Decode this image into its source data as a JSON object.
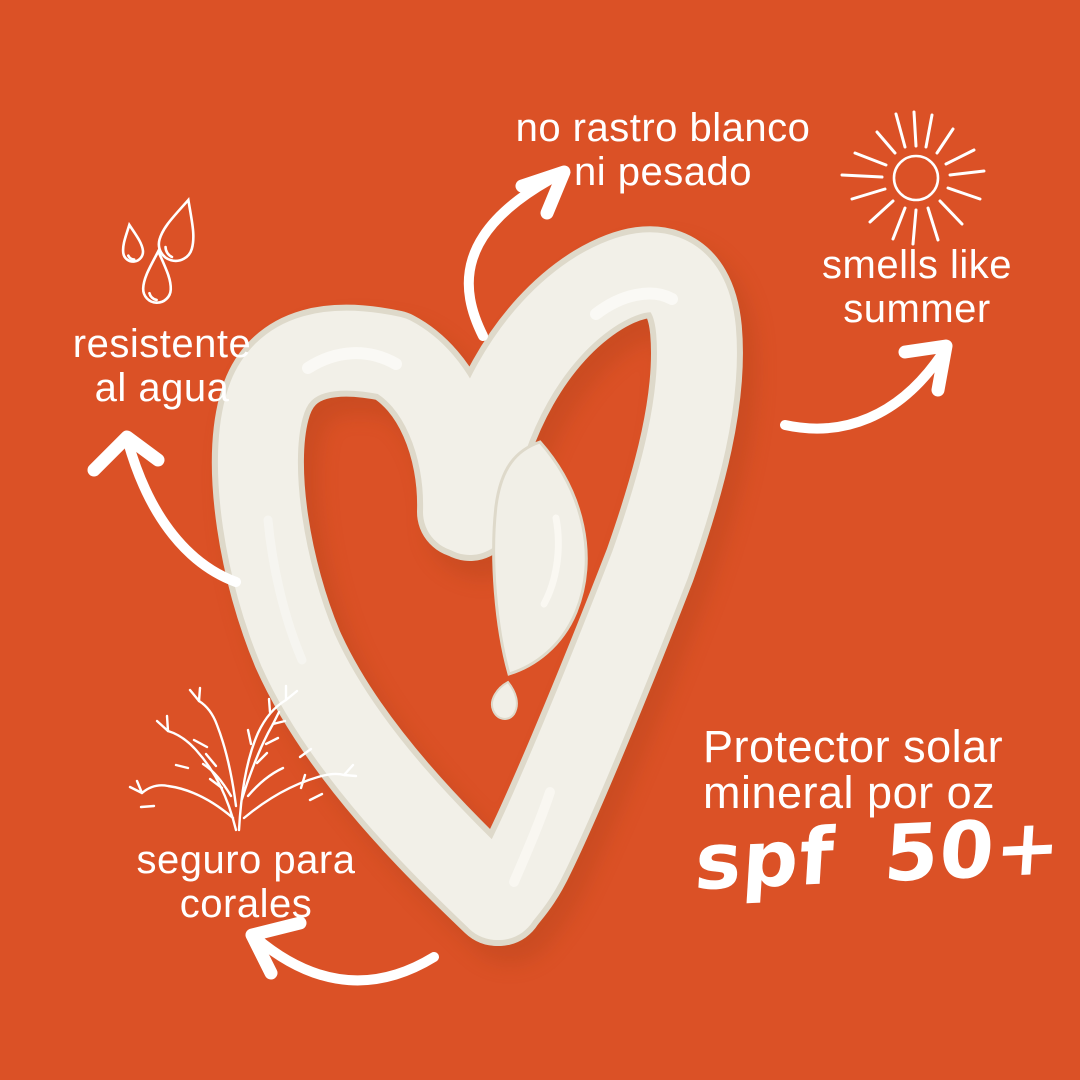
{
  "colors": {
    "background": "#DB5126",
    "text": "#FFFFFF",
    "cream": "#F2F0E8",
    "cream_shadow": "#DED9CA",
    "arrow": "#FFFFFF"
  },
  "center_image": "cream-heart-swoosh",
  "callouts": {
    "no_white_cast": {
      "line1": "no rastro blanco",
      "line2": "ni pesado"
    },
    "smells_like_summer": {
      "line1": "smells like",
      "line2": "summer"
    },
    "water_resistant": {
      "line1": "resistente",
      "line2": "al agua"
    },
    "reef_safe": {
      "line1": "seguro para",
      "line2": "corales"
    }
  },
  "product": {
    "name_line1": "Protector solar",
    "name_line2": "mineral por oz",
    "spf": "spf 50+"
  },
  "icons": {
    "sun": "sun-icon",
    "water_drops": "water-drops-icon",
    "coral": "coral-icon",
    "arrows": "curved-arrow-icon"
  }
}
